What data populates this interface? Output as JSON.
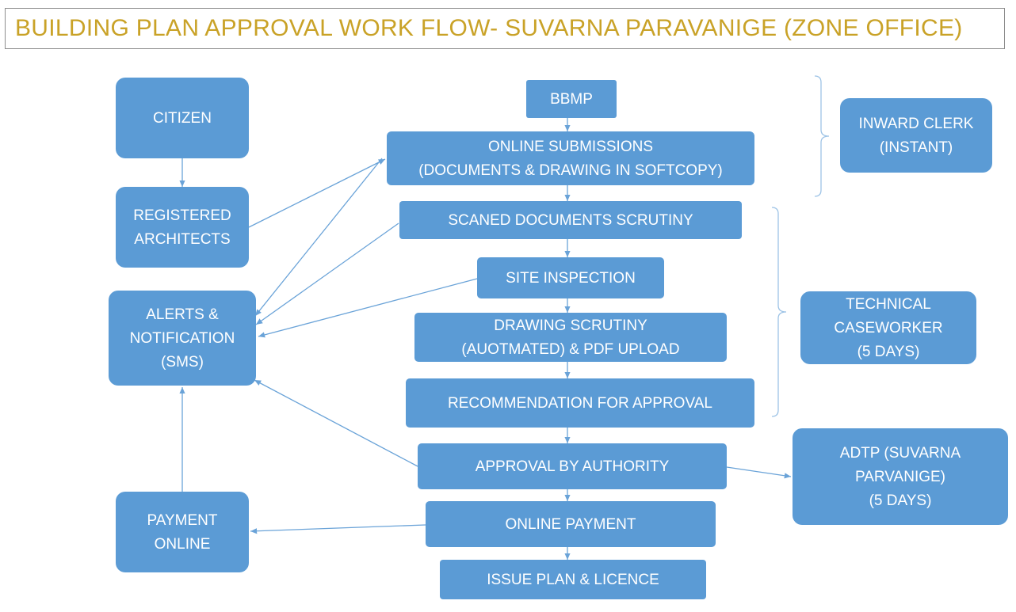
{
  "title": "BUILDING PLAN APPROVAL WORK FLOW- SUVARNA PARAVANIGE (ZONE OFFICE)",
  "colors": {
    "node_fill": "#5b9bd5",
    "node_text": "#ffffff",
    "title_text": "#c9a227",
    "edge": "#6aa3d8"
  },
  "nodes": [
    {
      "id": "citizen",
      "lines": [
        "CITIZEN"
      ]
    },
    {
      "id": "registered-architects",
      "lines": [
        "REGISTERED",
        "ARCHITECTS"
      ]
    },
    {
      "id": "alerts-notification",
      "lines": [
        "ALERTS &",
        "NOTIFICATION",
        "(SMS)"
      ]
    },
    {
      "id": "payment-online",
      "lines": [
        "PAYMENT",
        "ONLINE"
      ]
    },
    {
      "id": "bbmp",
      "lines": [
        "BBMP"
      ]
    },
    {
      "id": "online-submissions",
      "lines": [
        "ONLINE SUBMISSIONS",
        "(DOCUMENTS & DRAWING IN SOFTCOPY)"
      ]
    },
    {
      "id": "scanned-documents-scrutiny",
      "lines": [
        "SCANED DOCUMENTS  SCRUTINY"
      ]
    },
    {
      "id": "site-inspection",
      "lines": [
        "SITE INSPECTION"
      ]
    },
    {
      "id": "drawing-scrutiny",
      "lines": [
        "DRAWING SCRUTINY",
        "(AUOTMATED) & PDF UPLOAD"
      ]
    },
    {
      "id": "recommendation",
      "lines": [
        "RECOMMENDATION FOR APPROVAL"
      ]
    },
    {
      "id": "approval-authority",
      "lines": [
        "APPROVAL BY AUTHORITY"
      ]
    },
    {
      "id": "online-payment",
      "lines": [
        "ONLINE PAYMENT"
      ]
    },
    {
      "id": "issue-plan",
      "lines": [
        "ISSUE PLAN & LICENCE"
      ]
    },
    {
      "id": "inward-clerk",
      "lines": [
        "INWARD CLERK",
        "(INSTANT)"
      ]
    },
    {
      "id": "technical-caseworker",
      "lines": [
        "TECHNICAL",
        "CASEWORKER",
        "(5 DAYS)"
      ]
    },
    {
      "id": "adtp",
      "lines": [
        "ADTP (SUVARNA",
        "PARVANIGE)",
        "(5 DAYS)"
      ]
    }
  ],
  "edges": [
    {
      "from": "citizen",
      "to": "registered-architects"
    },
    {
      "from": "registered-architects",
      "to": "online-submissions"
    },
    {
      "from": "bbmp",
      "to": "online-submissions"
    },
    {
      "from": "online-submissions",
      "to": "scanned-documents-scrutiny"
    },
    {
      "from": "online-submissions",
      "to": "alerts-notification"
    },
    {
      "from": "scanned-documents-scrutiny",
      "to": "site-inspection"
    },
    {
      "from": "scanned-documents-scrutiny",
      "to": "alerts-notification"
    },
    {
      "from": "site-inspection",
      "to": "drawing-scrutiny"
    },
    {
      "from": "site-inspection",
      "to": "alerts-notification"
    },
    {
      "from": "drawing-scrutiny",
      "to": "recommendation"
    },
    {
      "from": "recommendation",
      "to": "approval-authority"
    },
    {
      "from": "approval-authority",
      "to": "online-payment"
    },
    {
      "from": "approval-authority",
      "to": "alerts-notification"
    },
    {
      "from": "approval-authority",
      "to": "adtp"
    },
    {
      "from": "online-payment",
      "to": "issue-plan"
    },
    {
      "from": "online-payment",
      "to": "payment-online"
    },
    {
      "from": "payment-online",
      "to": "alerts-notification"
    }
  ]
}
